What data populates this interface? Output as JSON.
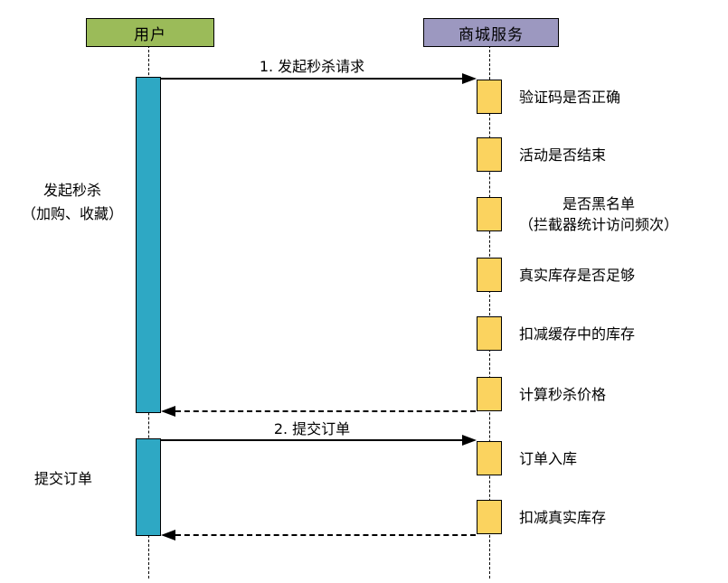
{
  "actors": {
    "user": "用户",
    "mall": "商城服务"
  },
  "messages": {
    "m1": "1. 发起秒杀请求",
    "m2": "2. 提交订单"
  },
  "phase_labels": {
    "phase1": "发起秒杀\n（加购、收藏）",
    "phase2": "提交订单"
  },
  "steps": [
    {
      "label": "验证码是否正确"
    },
    {
      "label": "活动是否结束"
    },
    {
      "label": "是否黑名单\n（拦截器统计访问频次）"
    },
    {
      "label": "真实库存是否足够"
    },
    {
      "label": "扣减缓存中的库存"
    },
    {
      "label": "计算秒杀价格"
    },
    {
      "label": "订单入库"
    },
    {
      "label": "扣减真实库存"
    }
  ],
  "colors": {
    "actor_user_fill": "#9BBB59",
    "actor_mall_fill": "#9C98C0",
    "activation_fill": "#2EA8C4",
    "step_fill": "#FBD35F"
  }
}
